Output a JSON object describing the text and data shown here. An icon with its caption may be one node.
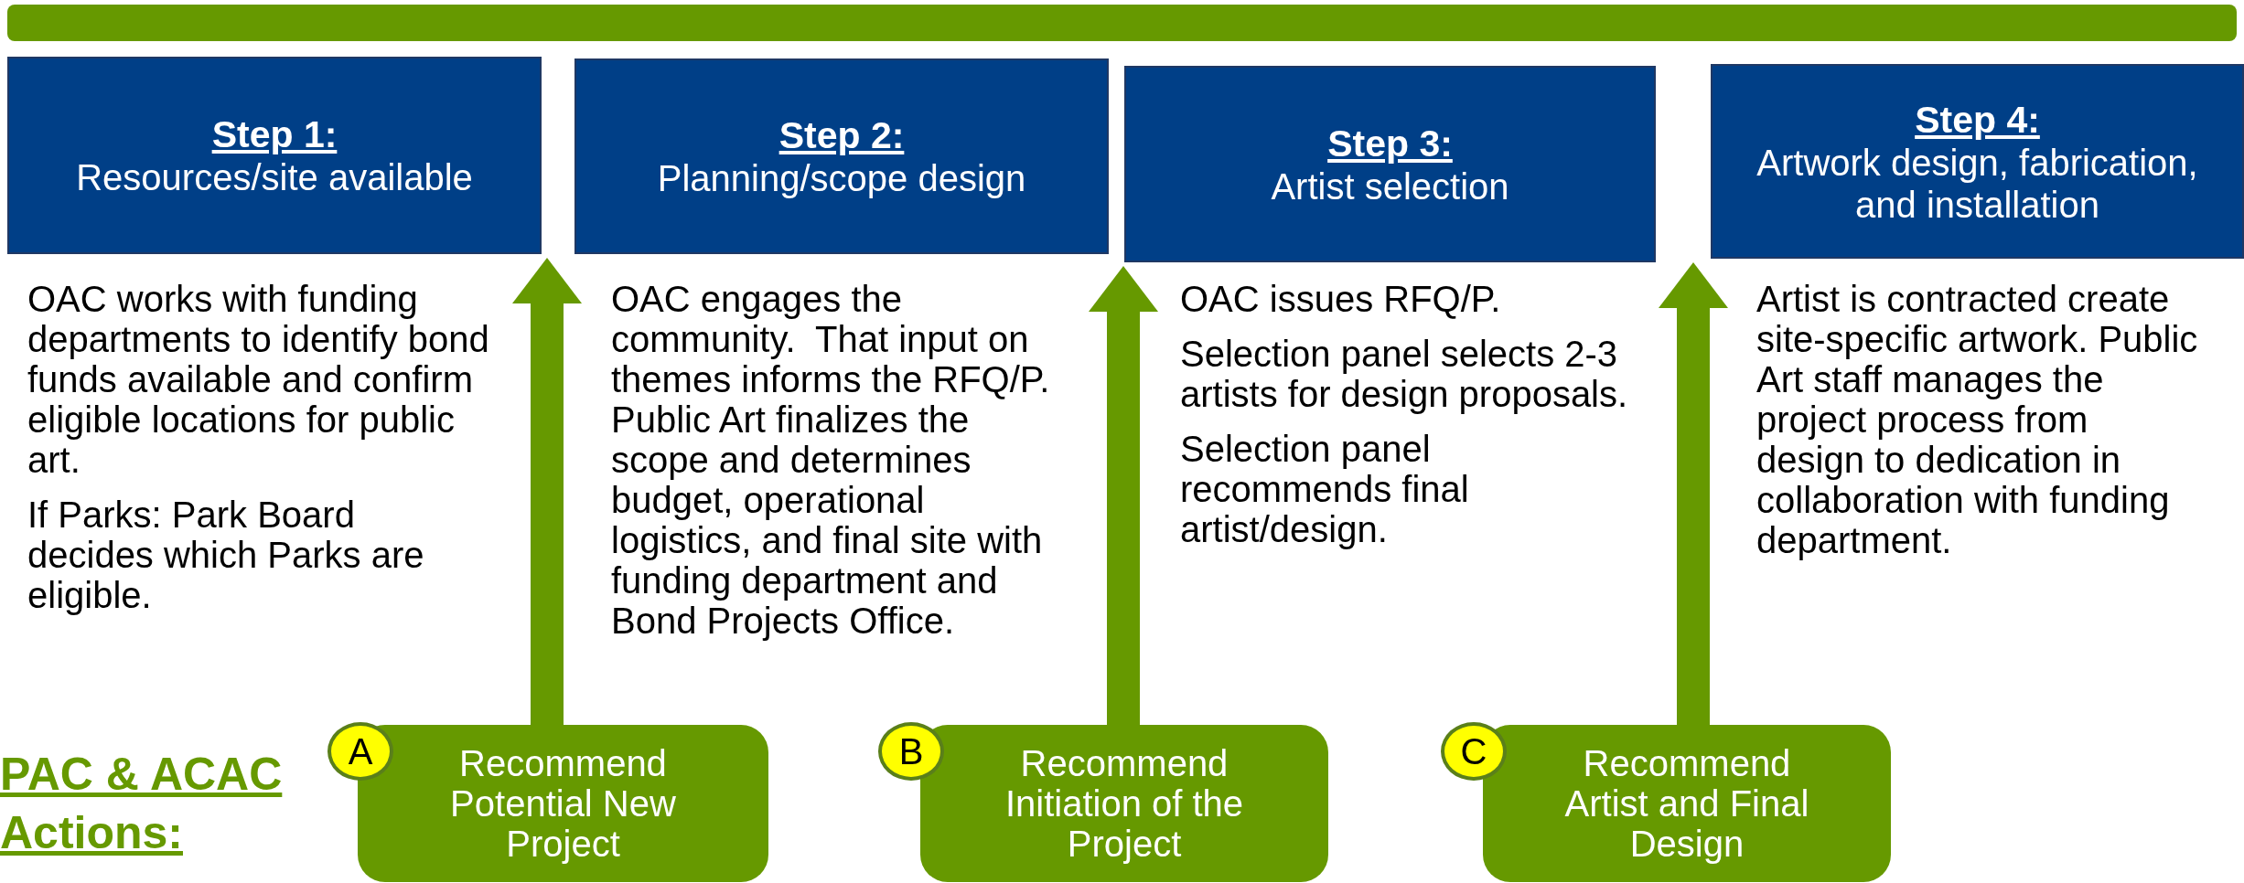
{
  "diagram": {
    "nodes": [
      {
        "text": [
          "Step 1:",
          "Resources/site available"
        ],
        "beside": [
          "OAC works with funding departments to identify bond funds available and confirm eligible locations for public art.",
          "If Parks: Park Board decides which Parks are eligible."
        ]
      },
      {
        "text": [
          "Step 2:",
          "Planning/scope design"
        ],
        "beside": [
          "OAC engages the community.  That input on themes informs the RFQ/P.  Public Art finalizes the scope and determines budget, operational logistics, and final site with funding department and Bond Projects Office."
        ]
      },
      {
        "text": [
          "Step 3:",
          "Artist selection"
        ],
        "beside": [
          "OAC issues RFQ/P.",
          "Selection panel selects 2-3 artists for design proposals.",
          "Selection panel recommends final artist/design."
        ]
      },
      {
        "text": [
          "Step 4:",
          "Artwork design, fabrication, and installation"
        ],
        "beside": [
          "Artist is contracted create site-specific artwork. Public Art staff manages the project process from design to dedication in collaboration with funding department."
        ]
      },
      {
        "text": [
          "A"
        ]
      },
      {
        "text": [
          "Recommend Potential New Project"
        ]
      },
      {
        "text": [
          "B"
        ]
      },
      {
        "text": [
          "Recommend Initiation of the Project"
        ]
      },
      {
        "text": [
          "C"
        ]
      },
      {
        "text": [
          "Recommend Artist and Final Design"
        ]
      }
    ],
    "edges": [
      {
        "from": 5,
        "to": 1,
        "arrow": "to"
      },
      {
        "from": 7,
        "to": 2,
        "arrow": "to"
      },
      {
        "from": 9,
        "to": 3,
        "arrow": "to"
      }
    ],
    "labels": [
      "PAC & ACAC Actions:"
    ]
  }
}
